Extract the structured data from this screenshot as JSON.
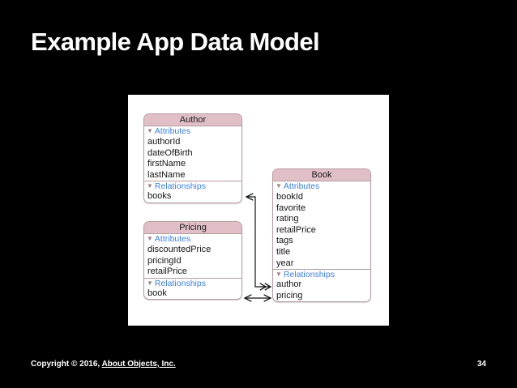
{
  "slide": {
    "title": "Example App Data Model",
    "background_color": "#000000",
    "canvas_color": "#ffffff"
  },
  "colors": {
    "entity_header": "#e0bfc6",
    "entity_border": "#b79ba1",
    "section_label": "#3a7fe0",
    "text": "#141414",
    "title_text": "#ffffff"
  },
  "diagram": {
    "type": "entity-relationship",
    "section_labels": {
      "attributes": "Attributes",
      "relationships": "Relationships"
    },
    "disclosure_glyph": "▼",
    "entities": [
      {
        "name": "Author",
        "attributes": [
          "authorId",
          "dateOfBirth",
          "firstName",
          "lastName"
        ],
        "relationships": [
          "books"
        ]
      },
      {
        "name": "Pricing",
        "attributes": [
          "discountedPrice",
          "pricingId",
          "retailPrice"
        ],
        "relationships": [
          "book"
        ]
      },
      {
        "name": "Book",
        "attributes": [
          "bookId",
          "favorite",
          "rating",
          "retailPrice",
          "tags",
          "title",
          "year"
        ],
        "relationships": [
          "author",
          "pricing"
        ]
      }
    ],
    "connections": [
      {
        "from": "Author.books",
        "to": "Book.author",
        "style": "elbow",
        "arrows": "both"
      },
      {
        "from": "Pricing.book",
        "to": "Book.pricing",
        "style": "straight",
        "arrows": "both"
      }
    ]
  },
  "footer": {
    "copyright_prefix": "Copyright © 2016, ",
    "company": "About Objects, Inc.",
    "page_number": "34"
  }
}
